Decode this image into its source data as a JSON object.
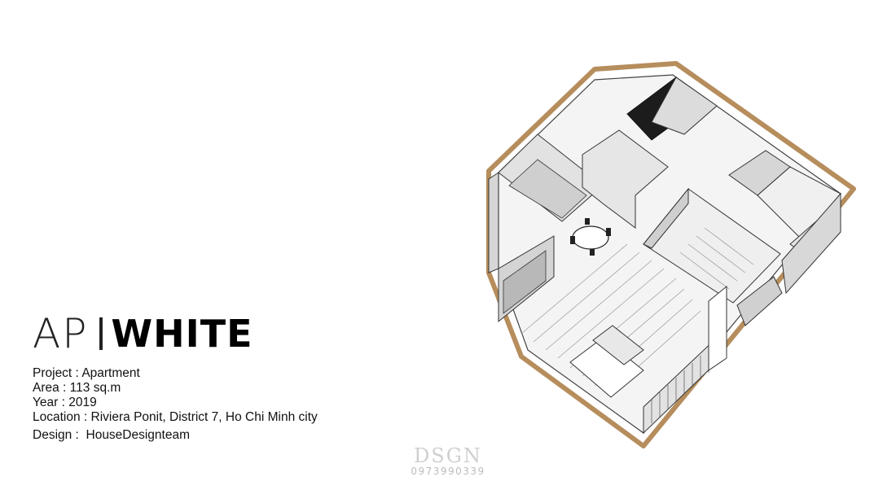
{
  "title": {
    "left": "AP",
    "right": "WHITE"
  },
  "info": [
    {
      "label": "Project :",
      "value": "Apartment"
    },
    {
      "label": "Area :",
      "value": "113 sq.m"
    },
    {
      "label": "Year :",
      "value": "2019"
    },
    {
      "label": "Location :",
      "value": "Riviera Ponit, District 7, Ho Chi Minh city"
    },
    {
      "label": "Design :",
      "value": "HouseDesignteam"
    }
  ],
  "watermark": {
    "logo": "DSGN",
    "phone": "0973990339"
  },
  "colors": {
    "outline": "#b68d5c",
    "wall": "#ffffff",
    "floor": "#ededed",
    "shade": "#cfcfcf",
    "dark": "#1c1c1c"
  }
}
